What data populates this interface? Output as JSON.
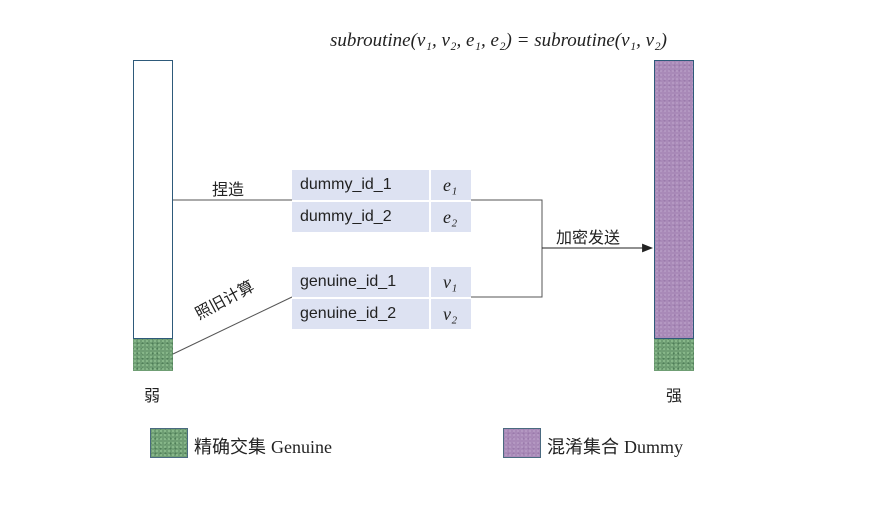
{
  "formula": "subroutine(v₁, v₂, e₁, e₂) = subroutine(v₁, v₂)",
  "labels": {
    "fabricate": "捏造",
    "honest_compute": "照旧计算",
    "encrypt_send": "加密发送",
    "weak": "弱",
    "strong": "强"
  },
  "dummy_table": [
    {
      "id": "dummy_id_1",
      "var": "e₁"
    },
    {
      "id": "dummy_id_2",
      "var": "e₂"
    }
  ],
  "genuine_table": [
    {
      "id": "genuine_id_1",
      "var": "v₁"
    },
    {
      "id": "genuine_id_2",
      "var": "v₂"
    }
  ],
  "legend": [
    {
      "cn": "精确交集",
      "en": "Genuine",
      "color": "#6f9e74"
    },
    {
      "cn": "混淆集合",
      "en": "Dummy",
      "color": "#a98ab8"
    }
  ],
  "colors": {
    "cell_bg": "#dde2f2",
    "dummy_bar": "#a98ab8",
    "genuine_patch": "#6f9e74",
    "line": "#555555"
  }
}
